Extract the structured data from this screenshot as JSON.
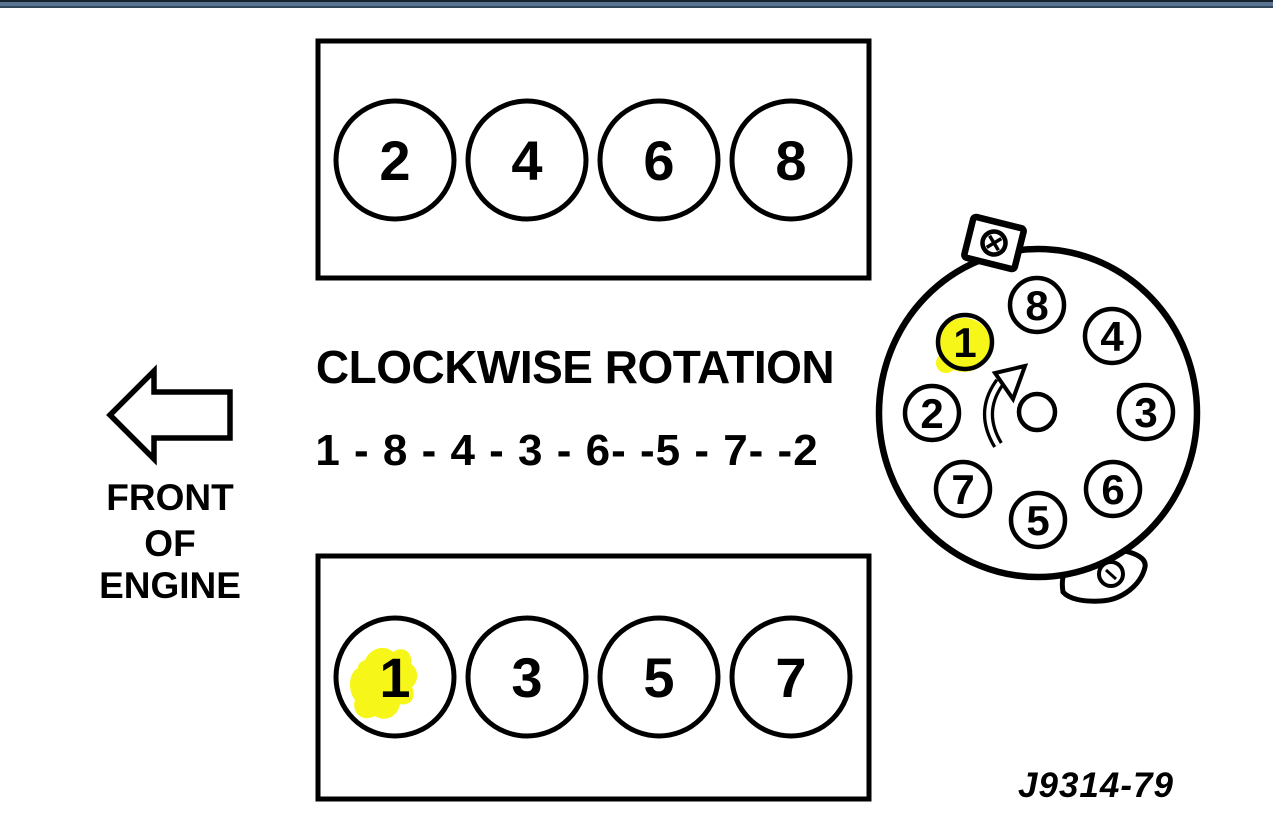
{
  "window_chrome": {
    "top_edge_colors": [
      "#16222e",
      "#5b7492",
      "#31485f"
    ]
  },
  "diagram": {
    "rotation_title": "CLOCKWISE ROTATION",
    "firing_order": "1 - 8 - 4 - 3 - 6- -5 - 7- -2",
    "front_label_lines": [
      "FRONT",
      "OF",
      "ENGINE"
    ],
    "figure_number": "J9314-79",
    "top_bank_cylinders": [
      "2",
      "4",
      "6",
      "8"
    ],
    "bottom_bank_cylinders": [
      "1",
      "3",
      "5",
      "7"
    ],
    "distributor_terminals_clockwise_from_top": [
      "8",
      "4",
      "3",
      "6",
      "5",
      "7",
      "2",
      "1"
    ],
    "highlighted_cylinder": "1",
    "rotation_direction": "clockwise",
    "icons": [
      "front-of-engine-arrow-icon",
      "clockwise-rotation-arrow-icon",
      "screw-icon"
    ],
    "colors": {
      "line": "#000000",
      "background": "#ffffff",
      "highlight": "#f7f619",
      "top_bar": "#5b7492"
    }
  }
}
